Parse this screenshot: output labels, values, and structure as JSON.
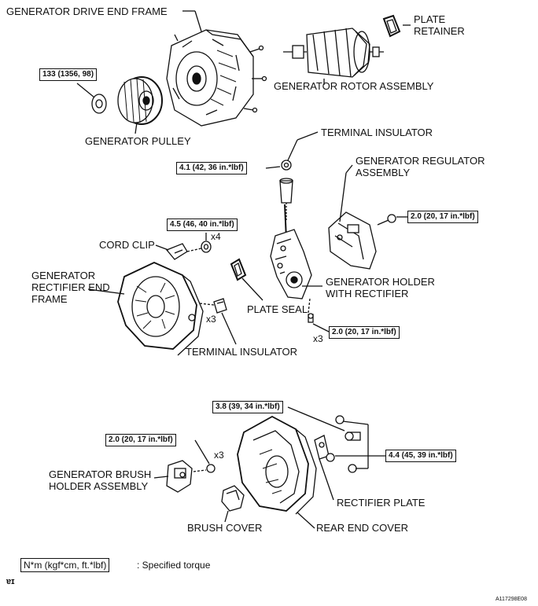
{
  "parts": {
    "drive_end_frame": "GENERATOR DRIVE END FRAME",
    "plate_retainer": "PLATE\nRETAINER",
    "rotor_assembly": "GENERATOR ROTOR ASSEMBLY",
    "pulley": "GENERATOR PULLEY",
    "terminal_insulator_top": "TERMINAL INSULATOR",
    "regulator_assembly": "GENERATOR REGULATOR\nASSEMBLY",
    "cord_clip": "CORD CLIP",
    "rectifier_end_frame": "GENERATOR\nRECTIFIER END\nFRAME",
    "plate_seal": "PLATE SEAL",
    "holder_with_rectifier": "GENERATOR HOLDER\nWITH RECTIFIER",
    "terminal_insulator_bottom": "TERMINAL INSULATOR",
    "brush_holder_assembly": "GENERATOR BRUSH\nHOLDER ASSEMBLY",
    "rectifier_plate": "RECTIFIER PLATE",
    "brush_cover": "BRUSH COVER",
    "rear_end_cover": "REAR END COVER"
  },
  "torques": {
    "pulley_nut": "133 (1356, 98)",
    "terminal_insulator": "4.1 (42, 36 in.*lbf)",
    "cord_clip": "4.5 (46, 40 in.*lbf)",
    "regulator": "2.0 (20, 17 in.*lbf)",
    "holder_rectifier": "2.0 (20, 17 in.*lbf)",
    "rear_cover_upper": "3.8 (39, 34 in.*lbf)",
    "brush_holder": "2.0 (20, 17 in.*lbf)",
    "rear_cover_nuts": "4.4 (45, 39 in.*lbf)"
  },
  "quantities": {
    "cord_clip_x4": "x4",
    "insulator_x3": "x3",
    "holder_x3": "x3",
    "brush_x3": "x3"
  },
  "legend": {
    "unit_box": "N*m (kgf*cm, ft.*lbf)",
    "description": ": Specified torque"
  },
  "page_mark": "ɐɪ",
  "figure_code": "A117298E08"
}
